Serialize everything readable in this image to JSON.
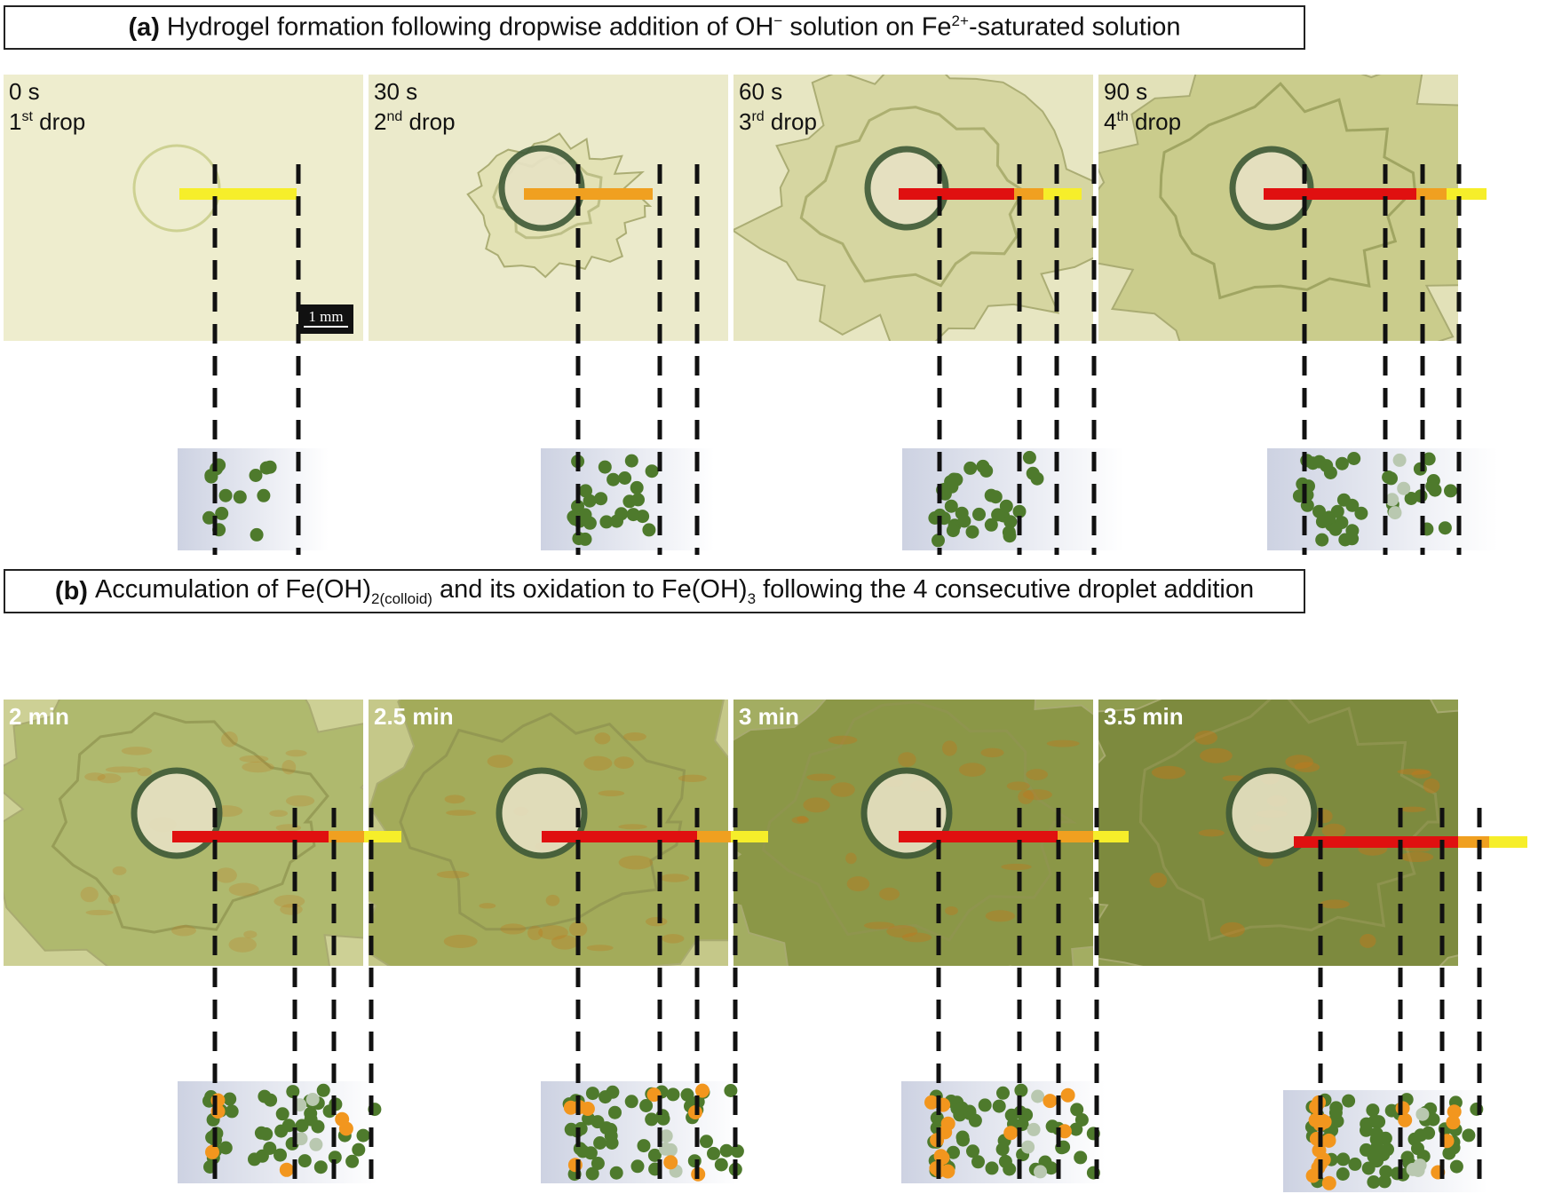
{
  "panel_a": {
    "label": "(a)",
    "title_pre": "Hydrogel formation following dropwise addition of OH",
    "title_sup1": "−",
    "title_mid": " solution on Fe",
    "title_sup2": "2+",
    "title_post": "-saturated solution",
    "frames": [
      {
        "time": "0 s",
        "drop_num": "1",
        "drop_sup": "st",
        "drop_word": " drop"
      },
      {
        "time": "30 s",
        "drop_num": "2",
        "drop_sup": "nd",
        "drop_word": " drop"
      },
      {
        "time": "60 s",
        "drop_num": "3",
        "drop_sup": "rd",
        "drop_word": " drop"
      },
      {
        "time": "90 s",
        "drop_num": "4",
        "drop_sup": "th",
        "drop_word": " drop"
      }
    ],
    "scale_bar": "1 mm"
  },
  "panel_b": {
    "label": "(b)",
    "title_pre": "Accumulation of Fe(OH)",
    "title_sub1": "2(colloid)",
    "title_mid": " and its oxidation to Fe(OH)",
    "title_sub2": "3",
    "title_post": " following the 4 consecutive droplet addition",
    "frames": [
      {
        "time": "2 min"
      },
      {
        "time": "2.5 min"
      },
      {
        "time": "3 min"
      },
      {
        "time": "3.5 min"
      }
    ]
  },
  "colors": {
    "fe_oh2_particle": "#4e7a2c",
    "fe_oh3_particle": "#f2961e",
    "faded_particle": "#b9c8b0",
    "zone_red": "#e01010",
    "zone_orange": "#f0a020",
    "zone_yellow": "#f6ee2a",
    "gel_fresh": "#ecebc8",
    "gel_late": "#7d8a3e"
  }
}
